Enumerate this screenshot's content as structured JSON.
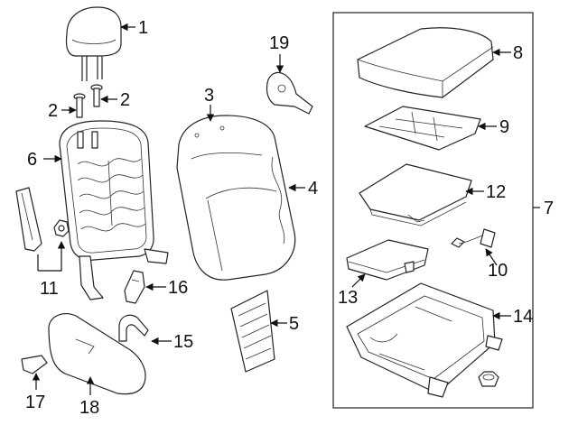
{
  "callouts": {
    "c1": "1",
    "c2a": "2",
    "c2b": "2",
    "c3": "3",
    "c4": "4",
    "c5": "5",
    "c6": "6",
    "c7": "7",
    "c8": "8",
    "c9": "9",
    "c10": "10",
    "c11": "11",
    "c12": "12",
    "c13": "13",
    "c14": "14",
    "c15": "15",
    "c16": "16",
    "c17": "17",
    "c18": "18",
    "c19": "19"
  },
  "colors": {
    "line": "#222222",
    "background": "#ffffff"
  }
}
